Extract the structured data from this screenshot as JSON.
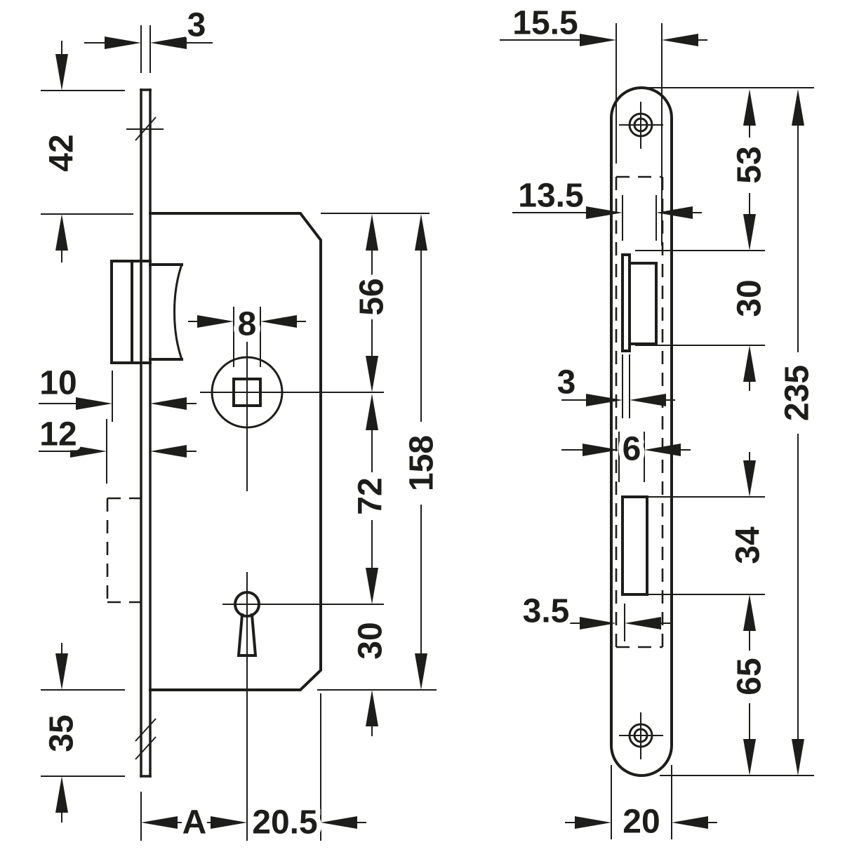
{
  "drawing": {
    "type": "technical-drawing",
    "subject": "mortise lock dimensions, side view and faceplate front view",
    "background_color": "#ffffff",
    "line_color": "#1d1d1b"
  },
  "side_view": {
    "faceplate_thickness": "3",
    "plate_top_to_case": "42",
    "case_to_follower": "56",
    "follower_square": "8",
    "latch_protrusion": "10",
    "bolt_protrusion": "12",
    "follower_to_keyhole": "72",
    "case_height": "158",
    "keyhole_to_case_bottom": "30",
    "case_to_plate_bottom": "35",
    "backset": "A",
    "axis_to_case_back": "20.5"
  },
  "front_view": {
    "pocket_width": "15.5",
    "latch_cutout_width": "13.5",
    "top_to_latch_cutout": "53",
    "latch_cutout_height": "30",
    "latch_lip": "3",
    "bolt_cutout_width": "6",
    "bolt_cutout_height": "34",
    "bolt_lip": "3.5",
    "bolt_cutout_to_bottom": "65",
    "plate_length": "235",
    "plate_width": "20"
  }
}
